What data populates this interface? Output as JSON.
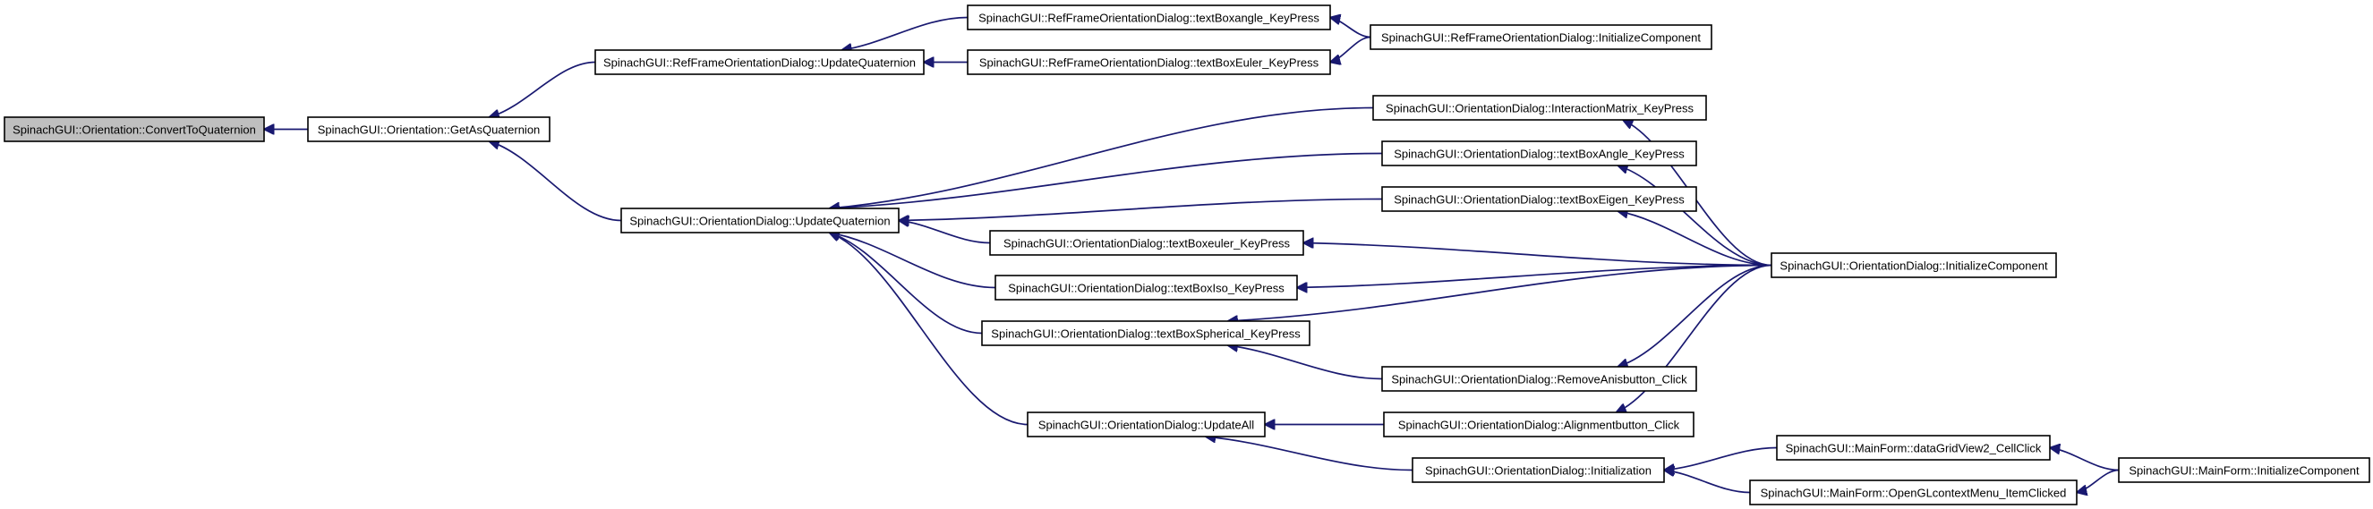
{
  "diagram": {
    "colors": {
      "edge": "#191970",
      "node_border": "#000000",
      "root_fill": "#bfbfbf",
      "node_fill": "#ffffff"
    },
    "nodes": [
      {
        "id": "n0",
        "label": "SpinachGUI::Orientation::ConvertToQuaternion",
        "highlighted": true
      },
      {
        "id": "n1",
        "label": "SpinachGUI::Orientation::GetAsQuaternion"
      },
      {
        "id": "n2",
        "label": "SpinachGUI::RefFrameOrientationDialog::UpdateQuaternion"
      },
      {
        "id": "n3",
        "label": "SpinachGUI::RefFrameOrientationDialog::textBoxangle_KeyPress"
      },
      {
        "id": "n4",
        "label": "SpinachGUI::RefFrameOrientationDialog::textBoxEuler_KeyPress"
      },
      {
        "id": "n5",
        "label": "SpinachGUI::RefFrameOrientationDialog::InitializeComponent"
      },
      {
        "id": "n6",
        "label": "SpinachGUI::OrientationDialog::UpdateQuaternion"
      },
      {
        "id": "n7",
        "label": "SpinachGUI::OrientationDialog::InteractionMatrix_KeyPress"
      },
      {
        "id": "n8",
        "label": "SpinachGUI::OrientationDialog::textBoxAngle_KeyPress"
      },
      {
        "id": "n9",
        "label": "SpinachGUI::OrientationDialog::textBoxEigen_KeyPress"
      },
      {
        "id": "n10",
        "label": "SpinachGUI::OrientationDialog::textBoxeuler_KeyPress"
      },
      {
        "id": "n11",
        "label": "SpinachGUI::OrientationDialog::textBoxIso_KeyPress"
      },
      {
        "id": "n12",
        "label": "SpinachGUI::OrientationDialog::textBoxSpherical_KeyPress"
      },
      {
        "id": "n13",
        "label": "SpinachGUI::OrientationDialog::InitializeComponent"
      },
      {
        "id": "n14",
        "label": "SpinachGUI::OrientationDialog::RemoveAnisbutton_Click"
      },
      {
        "id": "n15",
        "label": "SpinachGUI::OrientationDialog::UpdateAll"
      },
      {
        "id": "n16",
        "label": "SpinachGUI::OrientationDialog::Alignmentbutton_Click"
      },
      {
        "id": "n17",
        "label": "SpinachGUI::OrientationDialog::Initialization"
      },
      {
        "id": "n18",
        "label": "SpinachGUI::MainForm::dataGridView2_CellClick"
      },
      {
        "id": "n19",
        "label": "SpinachGUI::MainForm::OpenGLcontextMenu_ItemClicked"
      },
      {
        "id": "n20",
        "label": "SpinachGUI::MainForm::InitializeComponent"
      }
    ],
    "edges": [
      {
        "from": "n1",
        "to": "n0"
      },
      {
        "from": "n2",
        "to": "n1"
      },
      {
        "from": "n6",
        "to": "n1"
      },
      {
        "from": "n3",
        "to": "n2"
      },
      {
        "from": "n4",
        "to": "n2"
      },
      {
        "from": "n5",
        "to": "n3"
      },
      {
        "from": "n5",
        "to": "n4"
      },
      {
        "from": "n7",
        "to": "n6"
      },
      {
        "from": "n8",
        "to": "n6"
      },
      {
        "from": "n9",
        "to": "n6"
      },
      {
        "from": "n10",
        "to": "n6"
      },
      {
        "from": "n11",
        "to": "n6"
      },
      {
        "from": "n12",
        "to": "n6"
      },
      {
        "from": "n15",
        "to": "n6"
      },
      {
        "from": "n13",
        "to": "n7"
      },
      {
        "from": "n13",
        "to": "n8"
      },
      {
        "from": "n13",
        "to": "n9"
      },
      {
        "from": "n13",
        "to": "n10"
      },
      {
        "from": "n13",
        "to": "n11"
      },
      {
        "from": "n13",
        "to": "n12"
      },
      {
        "from": "n14",
        "to": "n12"
      },
      {
        "from": "n13",
        "to": "n14"
      },
      {
        "from": "n13",
        "to": "n16"
      },
      {
        "from": "n16",
        "to": "n15"
      },
      {
        "from": "n17",
        "to": "n15"
      },
      {
        "from": "n18",
        "to": "n17"
      },
      {
        "from": "n19",
        "to": "n17"
      },
      {
        "from": "n20",
        "to": "n18"
      },
      {
        "from": "n20",
        "to": "n19"
      }
    ]
  }
}
